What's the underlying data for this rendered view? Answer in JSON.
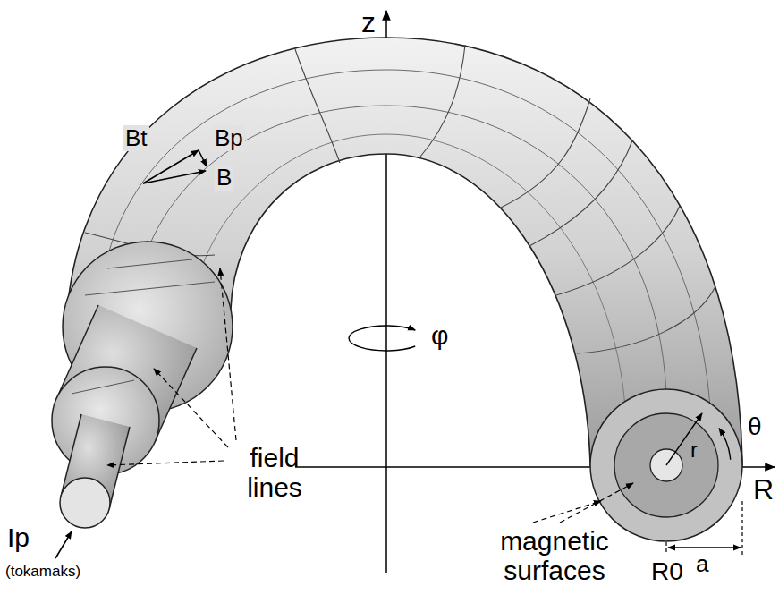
{
  "diagram": {
    "labels": [
      "z",
      "Bt",
      "Bp",
      "B",
      "φ",
      "field lines",
      "Ip",
      "(tokamaks)",
      "R",
      "θ",
      "r",
      "a",
      "magnetic surfaces",
      "R0"
    ]
  }
}
